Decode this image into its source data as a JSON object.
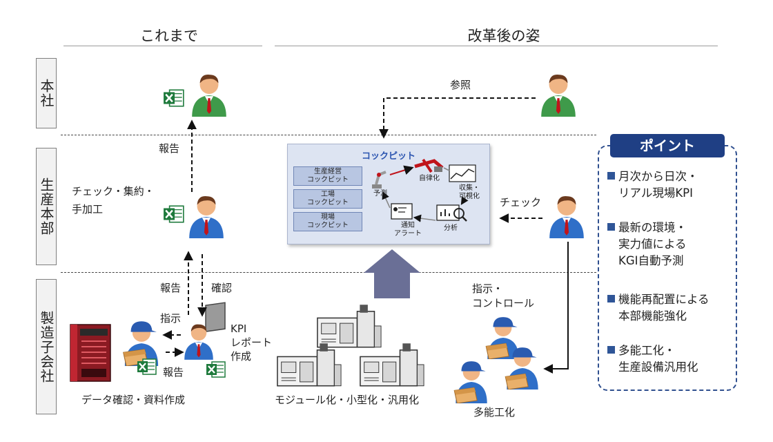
{
  "headers": {
    "left": "これまで",
    "right": "改革後の姿"
  },
  "rows": [
    "本社",
    "生産本部",
    "製造子会社"
  ],
  "labels": {
    "sankou": "参照",
    "houkoku_upper": "報告",
    "check_shuuyaku": "チェック・集約・\n手加工",
    "houkoku_mid": "報告",
    "kakunin": "確認",
    "shiji_left": "指示",
    "houkoku_low": "報告",
    "kpi_report": "KPI\nレポート\n作成",
    "data_kakunin": "データ確認・資料作成",
    "module": "モジュール化・小型化・汎用化",
    "check_right": "チェック",
    "shiji_control": "指示・\nコントロール",
    "tanou": "多能工化"
  },
  "cockpit": {
    "title": "コックピット",
    "buttons": [
      "生産経営\nコックピット",
      "工場\nコックピット",
      "現場\nコックピット"
    ],
    "nodes": {
      "yosoku": "予測",
      "jiritsu": "自律化",
      "shuushuu": "収集・\n可視化",
      "tsuuchi": "通知\nアラート",
      "bunseki": "分析"
    }
  },
  "point": {
    "title": "ポイント",
    "items": [
      {
        "line1": "月次から日次・",
        "line2": "リアル現場KPI"
      },
      {
        "line1": "最新の環境・",
        "line2": "実力値による",
        "line3": "KGI自動予測"
      },
      {
        "line1": "機能再配置による",
        "line2": "本部機能強化"
      },
      {
        "line1": "多能工化・",
        "line2": "生産設備汎用化"
      }
    ]
  },
  "colors": {
    "accent_blue": "#1f3f84",
    "cockpit_bg": "#dde4f2",
    "arrow_up": "#6a6f96",
    "excel_green": "#1e7a3c",
    "person_green": "#3f9a4a",
    "person_blue": "#2f6fc8"
  }
}
